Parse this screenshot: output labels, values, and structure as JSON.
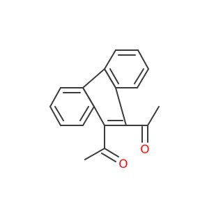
{
  "molecule": {
    "heteroatoms": [
      {
        "id": "O1",
        "symbol": "O",
        "color": "#ff0d0d"
      },
      {
        "id": "O2",
        "symbol": "O",
        "color": "#ff0d0d"
      }
    ],
    "bond_color": "#3c3c3c"
  }
}
